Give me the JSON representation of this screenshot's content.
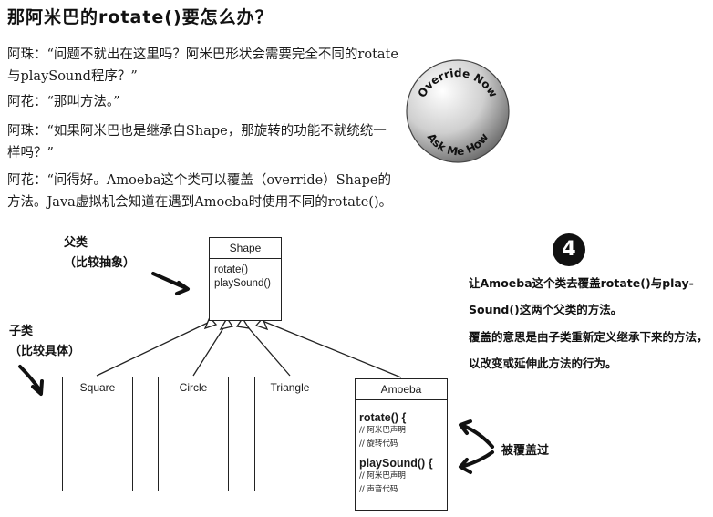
{
  "title": "那阿米巴的rotate()要怎么办？",
  "dialogue": [
    {
      "speaker": "阿珠：",
      "text": "“问题不就出在这里吗？阿米巴形状会需要完全不同的rotate与playSound程序？”"
    },
    {
      "speaker": "阿花：",
      "text": "“那叫方法。”"
    },
    {
      "speaker": "阿珠：",
      "text": "“如果阿米巴也是继承自Shape，那旋转的功能不就统统一样吗？”"
    },
    {
      "speaker": "阿花：",
      "text": "“问得好。Amoeba这个类可以覆盖（override）Shape的方法。Java虚拟机会知道在遇到Amoeba时使用不同的rotate()。"
    }
  ],
  "badge": {
    "top": "Override Now",
    "bottom": "Ask Me How"
  },
  "labels": {
    "parent": "父类",
    "parent_sub": "（比较抽象）",
    "child": "子类",
    "child_sub": "（比较具体）",
    "overridden": "被覆盖过"
  },
  "uml": {
    "shape": {
      "name": "Shape",
      "methods": [
        "rotate()",
        "playSound()"
      ]
    },
    "subclasses": [
      "Square",
      "Circle",
      "Triangle"
    ],
    "amoeba": {
      "name": "Amoeba",
      "m1": "rotate() {",
      "m1_c1": "// 阿米巴声明",
      "m1_c2": "// 旋转代码",
      "m2": "playSound() {",
      "m2_c1": "// 阿米巴声明",
      "m2_c2": "// 声音代码"
    }
  },
  "step": {
    "number": "4",
    "line1": "让Amoeba这个类去覆盖rotate()与play-Sound()这两个父类的方法。",
    "line2": "覆盖的意思是由子类重新定义继承下来的方法，以改变或延伸此方法的行为。"
  }
}
